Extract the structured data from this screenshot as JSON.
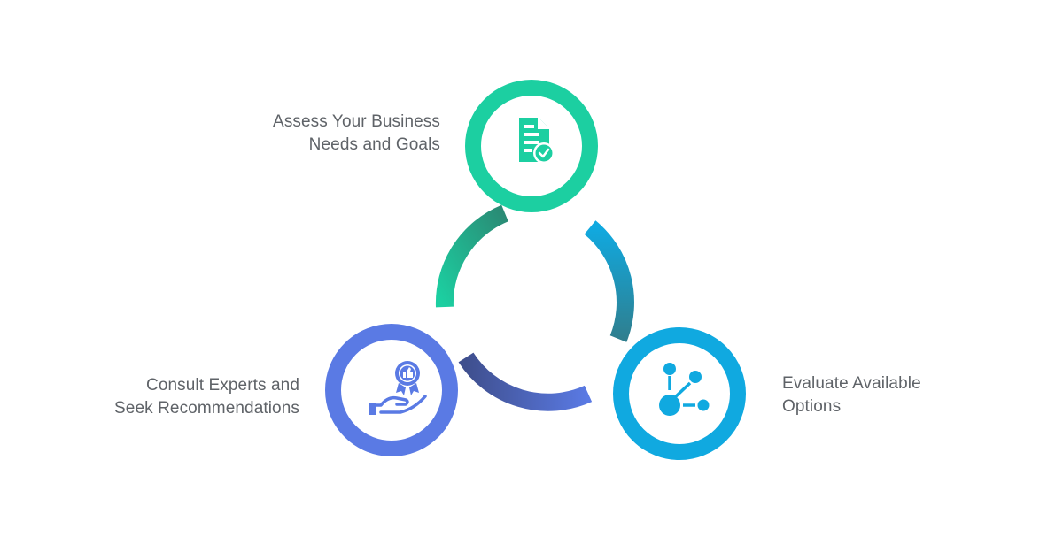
{
  "colors": {
    "background": "#ffffff",
    "label_text": "#5f6368",
    "icon_fill": "#ffffff"
  },
  "steps": [
    {
      "label_line1": "Assess Your Business",
      "label_line2": "Needs and Goals",
      "icon": "document-check-icon",
      "color": "#1ccfa1"
    },
    {
      "label_line1": "Evaluate Available",
      "label_line2": "Options",
      "icon": "nodes-network-icon",
      "color": "#10a9e0"
    },
    {
      "label_line1": "Consult Experts and",
      "label_line2": "Seek Recommendations",
      "icon": "hand-award-thumbs-up-icon",
      "color": "#5a7ae4"
    }
  ]
}
